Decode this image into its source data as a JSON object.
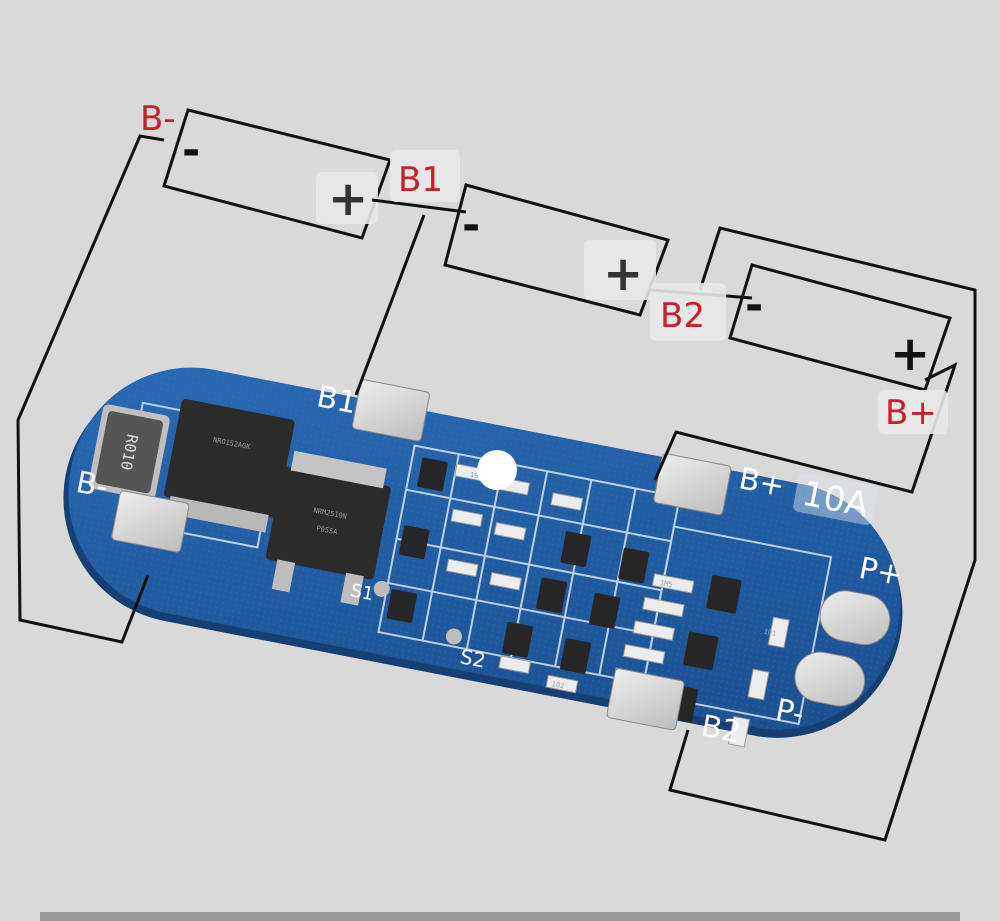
{
  "wiring_labels": {
    "b_minus": "B-",
    "b1": "B1",
    "b2": "B2",
    "b_plus": "B+"
  },
  "cell_signs": {
    "minus": "-",
    "plus": "+"
  },
  "board_labels": {
    "b1": "B1",
    "b_minus": "B-",
    "b_plus": "B+",
    "current": "10A",
    "p_plus": "P+",
    "p_minus": "P-",
    "b2": "B2",
    "s1": "S1",
    "s2": "S2",
    "resistor": "R010",
    "mosfet_1": "NRO152AGK",
    "mosfet_2a": "NRM2510N",
    "mosfet_2b": "P05SA",
    "smd_code": "105",
    "shunt_code": "1M5",
    "small_code": "102",
    "side_code": "101"
  },
  "colors": {
    "background": "#d9d9d9",
    "pcb": "#1f5aa0",
    "pcb_edge": "#163f73",
    "pad": "#d6d6d6",
    "label_red": "#c8202a",
    "wire": "#111111"
  }
}
